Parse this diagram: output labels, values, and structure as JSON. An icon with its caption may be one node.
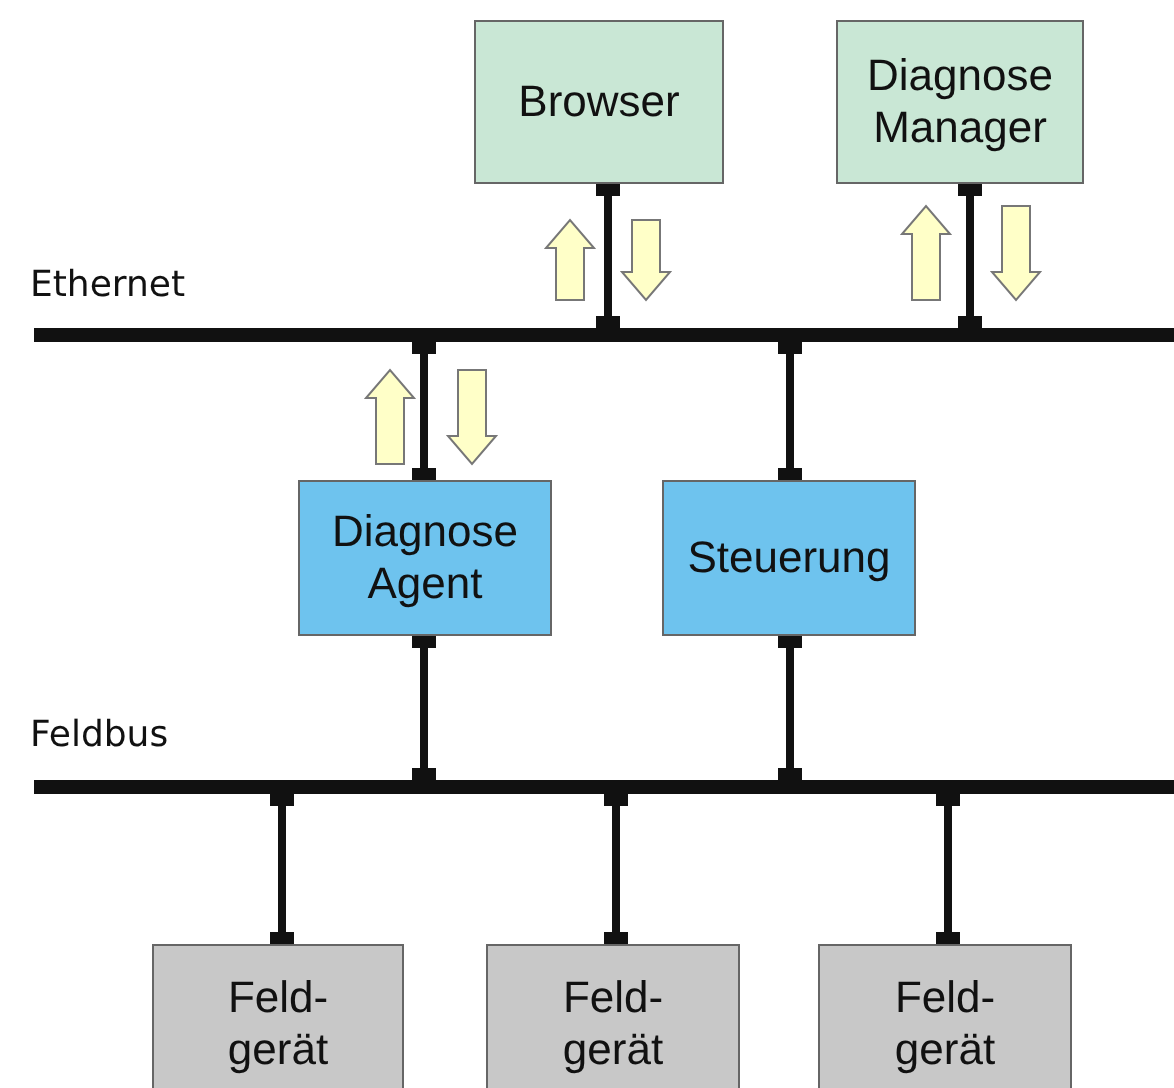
{
  "diagram": {
    "nodes": [
      {
        "text": [
          "Browser"
        ]
      },
      {
        "text": [
          "Diagnose Manager"
        ]
      },
      {
        "text": [],
        "shape": "bar",
        "beside": [
          "Ethernet"
        ]
      },
      {
        "text": [
          "Diagnose Agent"
        ]
      },
      {
        "text": [
          "Steuerung"
        ]
      },
      {
        "text": [],
        "shape": "bar",
        "beside": [
          "Feldbus"
        ]
      },
      {
        "text": [
          "Feld- gerät"
        ]
      },
      {
        "text": [
          "Feld- gerät"
        ]
      },
      {
        "text": [
          "Feld- gerät"
        ]
      }
    ],
    "edges": [
      {
        "from": 0,
        "to": 2,
        "arrow": "other"
      },
      {
        "from": 1,
        "to": 2,
        "arrow": "other"
      },
      {
        "from": 3,
        "to": 2,
        "arrow": "other"
      },
      {
        "from": 4,
        "to": 2,
        "arrow": "other"
      },
      {
        "from": 3,
        "to": 5,
        "arrow": "other"
      },
      {
        "from": 4,
        "to": 5,
        "arrow": "other"
      },
      {
        "from": 5,
        "to": 6,
        "arrow": "other"
      },
      {
        "from": 5,
        "to": 7,
        "arrow": "other"
      },
      {
        "from": 5,
        "to": 8,
        "arrow": "other"
      },
      {
        "from": 2,
        "to": 0,
        "arrow": "to",
        "style": "thick",
        "color": "#ffffc8"
      },
      {
        "from": 0,
        "to": 2,
        "arrow": "to",
        "style": "thick",
        "color": "#ffffc8"
      },
      {
        "from": 2,
        "to": 1,
        "arrow": "to",
        "style": "thick",
        "color": "#ffffc8"
      },
      {
        "from": 1,
        "to": 2,
        "arrow": "to",
        "style": "thick",
        "color": "#ffffc8"
      },
      {
        "from": 3,
        "to": 2,
        "arrow": "to",
        "style": "thick",
        "color": "#ffffc8"
      },
      {
        "from": 2,
        "to": 3,
        "arrow": "to",
        "style": "thick",
        "color": "#ffffc8"
      }
    ]
  }
}
